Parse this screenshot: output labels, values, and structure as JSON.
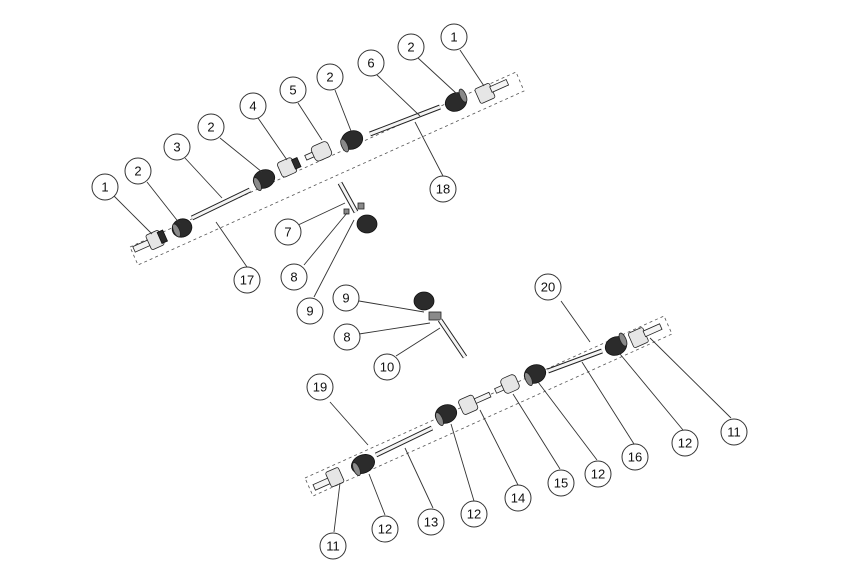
{
  "callouts": [
    {
      "id": "c1a",
      "label": "1"
    },
    {
      "id": "c2a",
      "label": "2"
    },
    {
      "id": "c3",
      "label": "3"
    },
    {
      "id": "c2b",
      "label": "2"
    },
    {
      "id": "c4",
      "label": "4"
    },
    {
      "id": "c5",
      "label": "5"
    },
    {
      "id": "c2c",
      "label": "2"
    },
    {
      "id": "c6",
      "label": "6"
    },
    {
      "id": "c2d",
      "label": "2"
    },
    {
      "id": "c1b",
      "label": "1"
    },
    {
      "id": "c18",
      "label": "18"
    },
    {
      "id": "c17",
      "label": "17"
    },
    {
      "id": "c7",
      "label": "7"
    },
    {
      "id": "c8a",
      "label": "8"
    },
    {
      "id": "c9a",
      "label": "9"
    },
    {
      "id": "c9b",
      "label": "9"
    },
    {
      "id": "c8b",
      "label": "8"
    },
    {
      "id": "c10",
      "label": "10"
    },
    {
      "id": "c20",
      "label": "20"
    },
    {
      "id": "c19",
      "label": "19"
    },
    {
      "id": "c11a",
      "label": "11"
    },
    {
      "id": "c12a",
      "label": "12"
    },
    {
      "id": "c13",
      "label": "13"
    },
    {
      "id": "c12b",
      "label": "12"
    },
    {
      "id": "c14",
      "label": "14"
    },
    {
      "id": "c15",
      "label": "15"
    },
    {
      "id": "c12c",
      "label": "12"
    },
    {
      "id": "c16",
      "label": "16"
    },
    {
      "id": "c12d",
      "label": "12"
    },
    {
      "id": "c11b",
      "label": "11"
    }
  ]
}
